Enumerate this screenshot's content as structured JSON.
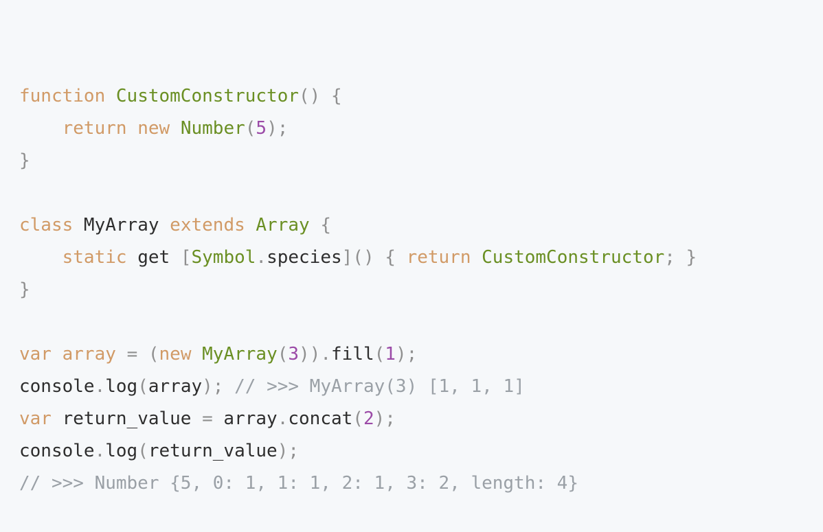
{
  "code": {
    "lines": [
      [
        [
          "kw",
          "function"
        ],
        [
          "plain",
          " "
        ],
        [
          "fn",
          "CustomConstructor"
        ],
        [
          "punct",
          "() {"
        ]
      ],
      [
        [
          "plain",
          "    "
        ],
        [
          "kw",
          "return"
        ],
        [
          "plain",
          " "
        ],
        [
          "kw",
          "new"
        ],
        [
          "plain",
          " "
        ],
        [
          "fn",
          "Number"
        ],
        [
          "punct",
          "("
        ],
        [
          "num",
          "5"
        ],
        [
          "punct",
          ");"
        ]
      ],
      [
        [
          "punct",
          "}"
        ]
      ],
      [],
      [
        [
          "kw",
          "class"
        ],
        [
          "plain",
          " MyArray "
        ],
        [
          "kw",
          "extends"
        ],
        [
          "plain",
          " "
        ],
        [
          "fn",
          "Array"
        ],
        [
          "punct",
          " {"
        ]
      ],
      [
        [
          "plain",
          "    "
        ],
        [
          "kw",
          "static"
        ],
        [
          "plain",
          " get "
        ],
        [
          "punct",
          "["
        ],
        [
          "fn",
          "Symbol"
        ],
        [
          "punct",
          "."
        ],
        [
          "plain",
          "species"
        ],
        [
          "punct",
          "]() { "
        ],
        [
          "kw",
          "return"
        ],
        [
          "plain",
          " "
        ],
        [
          "fn",
          "CustomConstructor"
        ],
        [
          "punct",
          "; }"
        ]
      ],
      [
        [
          "punct",
          "}"
        ]
      ],
      [],
      [
        [
          "kw",
          "var"
        ],
        [
          "plain",
          " "
        ],
        [
          "kw",
          "array"
        ],
        [
          "plain",
          " "
        ],
        [
          "punct",
          "= ("
        ],
        [
          "kw",
          "new"
        ],
        [
          "plain",
          " "
        ],
        [
          "fn",
          "MyArray"
        ],
        [
          "punct",
          "("
        ],
        [
          "num",
          "3"
        ],
        [
          "punct",
          "))."
        ],
        [
          "plain",
          "fill"
        ],
        [
          "punct",
          "("
        ],
        [
          "num",
          "1"
        ],
        [
          "punct",
          ");"
        ]
      ],
      [
        [
          "plain",
          "console"
        ],
        [
          "punct",
          "."
        ],
        [
          "plain",
          "log"
        ],
        [
          "punct",
          "("
        ],
        [
          "plain",
          "array"
        ],
        [
          "punct",
          ");"
        ],
        [
          "plain",
          " "
        ],
        [
          "cm",
          "// >>> MyArray(3) [1, 1, 1]"
        ]
      ],
      [
        [
          "kw",
          "var"
        ],
        [
          "plain",
          " return_value "
        ],
        [
          "punct",
          "="
        ],
        [
          "plain",
          " array"
        ],
        [
          "punct",
          "."
        ],
        [
          "plain",
          "concat"
        ],
        [
          "punct",
          "("
        ],
        [
          "num",
          "2"
        ],
        [
          "punct",
          ");"
        ]
      ],
      [
        [
          "plain",
          "console"
        ],
        [
          "punct",
          "."
        ],
        [
          "plain",
          "log"
        ],
        [
          "punct",
          "("
        ],
        [
          "plain",
          "return_value"
        ],
        [
          "punct",
          ");"
        ]
      ],
      [
        [
          "cm",
          "// >>> Number {5, 0: 1, 1: 1, 2: 1, 3: 2, length: 4}"
        ]
      ]
    ]
  },
  "colors": {
    "background": "#f6f8fa",
    "keyword": "#d19a66",
    "function": "#6a8f23",
    "number": "#9b4aa7",
    "text": "#2e2e2e",
    "punctuation": "#8f8f8f",
    "comment": "#9aa0a6"
  }
}
